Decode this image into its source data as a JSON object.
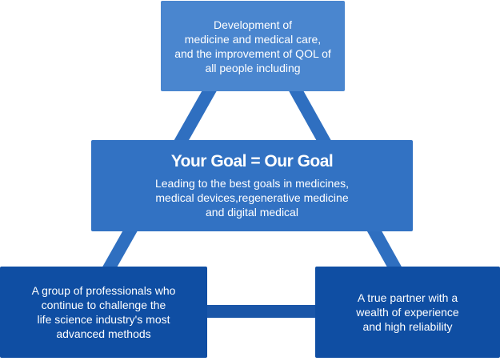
{
  "diagram": {
    "top_box": {
      "text": "Development of\nmedicine and medical care,\nand the improvement of QOL of\nall people including"
    },
    "center_box": {
      "title": "Your Goal = Our Goal",
      "text": "Leading to the best goals in medicines,\nmedical devices,regenerative medicine\nand digital medical"
    },
    "left_box": {
      "text": "A group of professionals who\ncontinue to challenge the\nlife science industry's most\nadvanced methods"
    },
    "right_box": {
      "text": "A true partner with a\nwealth of experience\nand high reliability"
    },
    "colors": {
      "top_box": "#4a86cf",
      "center_box": "#3272c3",
      "bottom_boxes": "#0f4ea3",
      "connector": "#2f6fc0"
    }
  }
}
